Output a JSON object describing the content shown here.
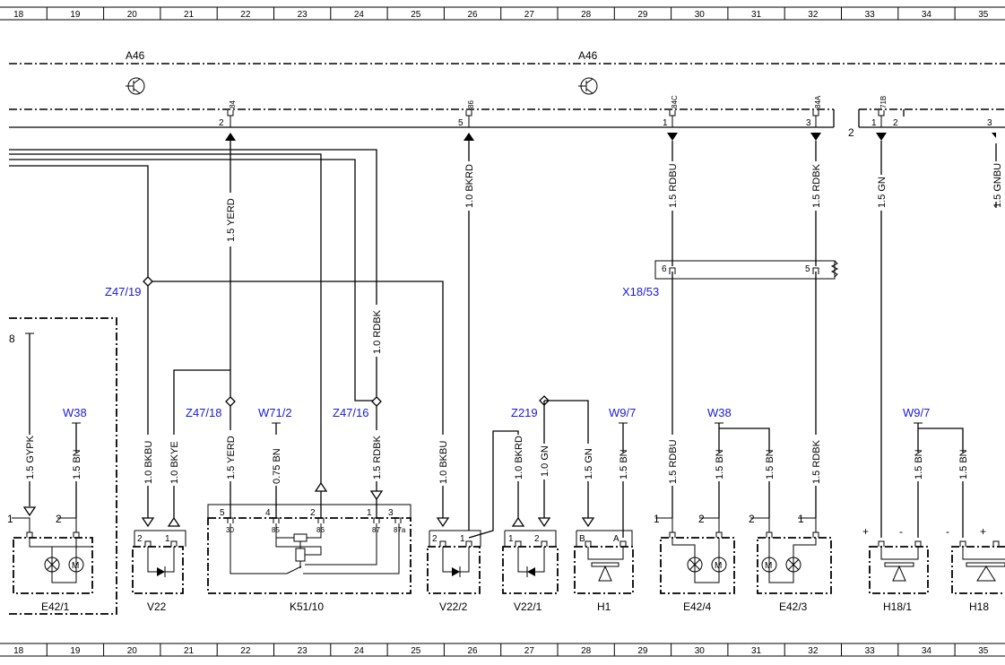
{
  "grid": {
    "columns": [
      "18",
      "19",
      "20",
      "21",
      "22",
      "23",
      "24",
      "25",
      "26",
      "27",
      "28",
      "29",
      "30",
      "31",
      "32",
      "33",
      "34",
      "35"
    ]
  },
  "module": {
    "left_label": "A46",
    "right_label": "A46"
  },
  "pins": {
    "p84": "84",
    "p86": "86",
    "p84c": "84C",
    "p84a": "84A",
    "p71b": "71B",
    "n2a": "2",
    "n5": "5",
    "n1a": "1",
    "n3a": "3",
    "n1b": "1",
    "n2b": "2",
    "n3b": "3",
    "n2c": "2"
  },
  "wires": {
    "yerd_top": "1.5 YERD",
    "bkrd_top": "1.0 BKRD",
    "rdbu_top": "1.5 RDBU",
    "rdbk_top": "1.5 RDBK",
    "gn_top": "1.5 GN",
    "gnbu_edge": "1.5 GNBU",
    "rdbk_mid": "1.0 RDBK",
    "gypk": "1.5 GYPK",
    "bn_e421": "1.5 BN",
    "bkbu_v22": "1.0 BKBU",
    "bkye_v22": "1.0 BKYE",
    "yerd_k51": "1.5 YERD",
    "bn_075": "0.75 BN",
    "rdbk_k51": "1.5 RDBK",
    "bkbu_v222": "1.0 BKBU",
    "bkrd_v221": "1.0 BKRD",
    "gn_v221": "1.0 GN",
    "gn_h1": "1.5 GN",
    "bn_h1": "1.5 BN",
    "rdbu_e424": "1.5 RDBU",
    "bn_e424": "1.5 BN",
    "bn_e423": "1.5 BN",
    "rdbk_e423": "1.5 RDBK",
    "bn_h181": "1.5 BN",
    "bn_h18": "1.5 BN"
  },
  "references": {
    "z4719": "Z47/19",
    "z4718": "Z47/18",
    "w712": "W71/2",
    "z4716": "Z47/16",
    "z219": "Z219",
    "w97a": "W9/7",
    "w38a": "W38",
    "w38b": "W38",
    "w97b": "W9/7",
    "x1853": "X18/53",
    "x1853_p6": "6",
    "x1853_p5": "5"
  },
  "components": {
    "e421": "E42/1",
    "v22": "V22",
    "k5110": "K51/10",
    "v222": "V22/2",
    "v221": "V22/1",
    "h1": "H1",
    "e424": "E42/4",
    "e423": "E42/3",
    "h181": "H18/1",
    "h18": "H18"
  },
  "component_pins": {
    "e421_1": "1",
    "e421_2": "2",
    "e421_8": "8",
    "v22_2": "2",
    "v22_1": "1",
    "k_5": "5",
    "k_4": "4",
    "k_2": "2",
    "k_1": "1",
    "k_3": "3",
    "k_30": "30",
    "k_85": "85",
    "k_86": "86",
    "k_87": "87",
    "k_87a": "87a",
    "v222_2": "2",
    "v222_1": "1",
    "v221_1": "1",
    "v221_2": "2",
    "h1_b": "B",
    "h1_a": "A",
    "e424_1": "1",
    "e424_2": "2",
    "e423_2": "2",
    "e423_1": "1",
    "h181_plus": "+",
    "h181_minus": "-",
    "h18_minus": "-",
    "h18_plus": "+"
  },
  "motor_symbol": "M"
}
